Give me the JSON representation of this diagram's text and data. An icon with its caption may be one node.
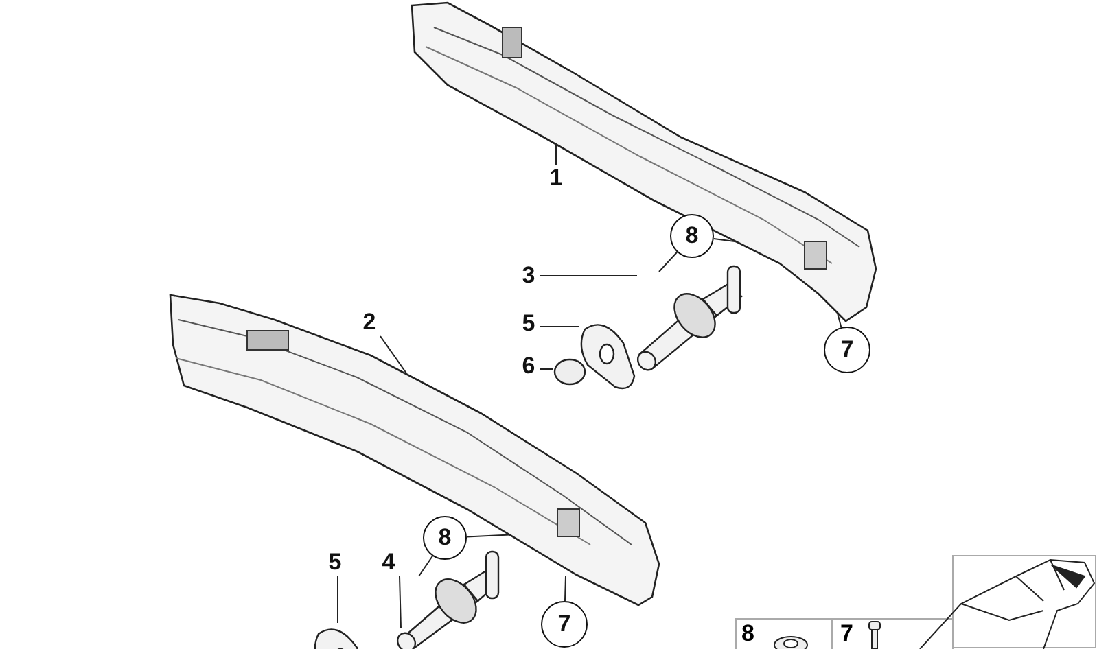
{
  "diagram": {
    "nodes": [
      {
        "text": [
          "1"
        ]
      },
      {
        "text": [],
        "shape": "picture"
      },
      {
        "text": [
          "2"
        ]
      },
      {
        "text": [],
        "shape": "picture"
      },
      {
        "text": [
          "3"
        ]
      },
      {
        "text": [],
        "shape": "picture"
      },
      {
        "text": [
          "5"
        ]
      },
      {
        "text": [],
        "shape": "picture"
      },
      {
        "text": [
          "6"
        ]
      },
      {
        "text": [],
        "shape": "circle"
      },
      {
        "text": [
          "8"
        ]
      },
      {
        "text": [
          "7"
        ]
      },
      {
        "text": [
          "5"
        ]
      },
      {
        "text": [],
        "shape": "picture"
      },
      {
        "text": [
          "4"
        ]
      },
      {
        "text": [],
        "shape": "picture"
      },
      {
        "text": [
          "8"
        ]
      },
      {
        "text": [
          "7"
        ]
      }
    ],
    "edges": [
      {
        "from": 0,
        "to": 1,
        "arrow": "none"
      },
      {
        "from": 2,
        "to": 3,
        "arrow": "none"
      },
      {
        "from": 4,
        "to": 5,
        "arrow": "none"
      },
      {
        "from": 6,
        "to": 7,
        "arrow": "none"
      },
      {
        "from": 8,
        "to": 9,
        "arrow": "none"
      },
      {
        "from": 10,
        "to": 5,
        "arrow": "none"
      },
      {
        "from": 10,
        "to": 1,
        "arrow": "none"
      },
      {
        "from": 11,
        "to": 1,
        "arrow": "none"
      },
      {
        "from": 12,
        "to": 13,
        "arrow": "none"
      },
      {
        "from": 14,
        "to": 15,
        "arrow": "none"
      },
      {
        "from": 16,
        "to": 15,
        "arrow": "none"
      },
      {
        "from": 16,
        "to": 3,
        "arrow": "none"
      },
      {
        "from": 17,
        "to": 3,
        "arrow": "none"
      }
    ],
    "labels": [
      "8",
      "7"
    ]
  }
}
